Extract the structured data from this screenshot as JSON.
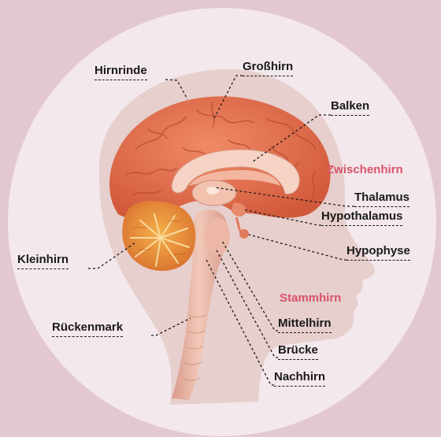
{
  "colors": {
    "background": "#e3c8d2",
    "disc": "#f3e8ec",
    "head_silhouette": "#e6cfcd",
    "cerebrum": "#e0704f",
    "cerebellum": "#e7963c",
    "section_heading": "#d9536b",
    "label_text": "#1a1a1a"
  },
  "labels": {
    "hirnrinde": "Hirnrinde",
    "grosshirn": "Großhirn",
    "balken": "Balken",
    "zwischenhirn": "Zwischenhirn",
    "thalamus": "Thalamus",
    "hypothalamus": "Hypothalamus",
    "hypophyse": "Hypophyse",
    "kleinhirn": "Kleinhirn",
    "stammhirn": "Stammhirn",
    "mittelhirn": "Mittelhirn",
    "ruckenmark": "Rückenmark",
    "brucke": "Brücke",
    "nachhirn": "Nachhirn"
  }
}
